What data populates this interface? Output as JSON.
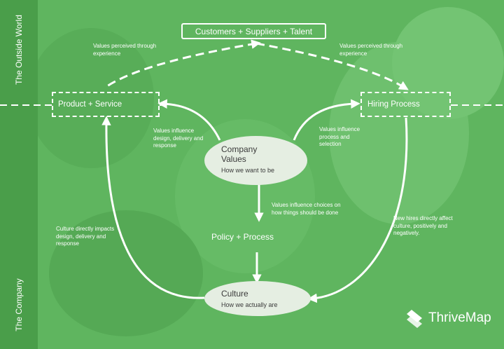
{
  "sidebar": {
    "top_label": "The Outside World",
    "bottom_label": "The Company"
  },
  "top_box": {
    "label": "Customers + Suppliers + Talent"
  },
  "left_box": {
    "label": "Product + Service"
  },
  "right_box": {
    "label": "Hiring Process"
  },
  "company_values": {
    "title_line1": "Company",
    "title_line2": "Values",
    "subtitle": "How we want to be"
  },
  "policy": {
    "label": "Policy + Process"
  },
  "culture": {
    "title": "Culture",
    "subtitle": "How we actually are"
  },
  "annotations": {
    "perceived_left_1": "Values perceived through",
    "perceived_left_2": "experience",
    "perceived_right_1": "Values perceived through",
    "perceived_right_2": "experience",
    "influence_design_1": "Values influence",
    "influence_design_2": "design, delivery and",
    "influence_design_3": "response",
    "influence_process_1": "Values influence",
    "influence_process_2": "process and",
    "influence_process_3": "selection",
    "influence_choices_1": "Values influence choices on",
    "influence_choices_2": "how things should be done",
    "culture_impacts_1": "Culture directly impacts",
    "culture_impacts_2": "design, delivery and",
    "culture_impacts_3": "response",
    "new_hires_1": "New hires directly affect",
    "new_hires_2": "culture, positively and",
    "new_hires_3": "negatively."
  },
  "logo": {
    "text": "ThriveMap",
    "icon": "thrivemap-logo-icon"
  },
  "colors": {
    "background": "#5fb55f",
    "sidebar": "#4a9e4a",
    "ellipse": "#e5eee2",
    "line": "#ffffff"
  }
}
